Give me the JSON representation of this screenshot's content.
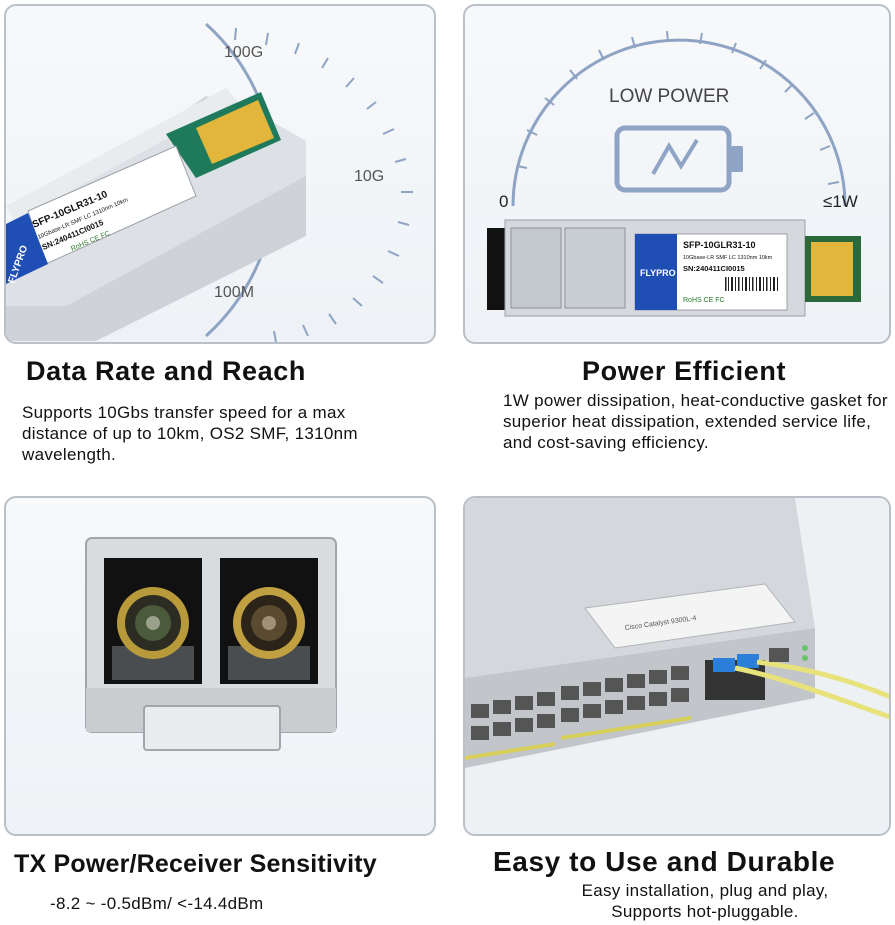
{
  "panels": [
    {
      "title": "Data Rate and Reach",
      "description": "Supports 10Gbs transfer speed for a max distance of up to 10km, OS2 SMF, 1310nm wavelength.",
      "gauge_labels": [
        "100G",
        "10G",
        "100M"
      ],
      "module_label": {
        "brand": "FLYPRO",
        "part": "SFP-10GLR31-10",
        "spec": "10Gbase-LR SMF LC 1310nm 10km",
        "serial": "SN:240411CI0015",
        "marks": "RoHS  CE FC"
      }
    },
    {
      "title": "Power Efficient",
      "description": "1W power dissipation, heat-conductive gasket for superior heat dissipation, extended service life, and cost-saving efficiency.",
      "gauge_title": "LOW POWER",
      "gauge_min": "0",
      "gauge_max": "≤1W",
      "module_label": {
        "brand": "FLYPRO",
        "part": "SFP-10GLR31-10",
        "spec": "10Gbase-LR SMF LC 1310nm 10km",
        "serial": "SN:240411CI0015",
        "marks": "RoHS  CE FC"
      }
    },
    {
      "title": "TX Power/Receiver Sensitivity",
      "description": "-8.2 ~ -0.5dBm/ <-14.4dBm"
    },
    {
      "title": "Easy to Use and Durable",
      "description_lines": [
        "Easy installation, plug and play,",
        "Supports hot-pluggable."
      ],
      "switch_label": "Cisco Catalyst 9300L-4"
    }
  ],
  "colors": {
    "panel_border": "#b9c0c8",
    "gauge": "#8fa3c4",
    "brand_blue": "#1f4fb4",
    "contact_gold": "#e2b63a",
    "cable_yellow": "#e8e27a",
    "connector_blue": "#2c7fd8"
  }
}
